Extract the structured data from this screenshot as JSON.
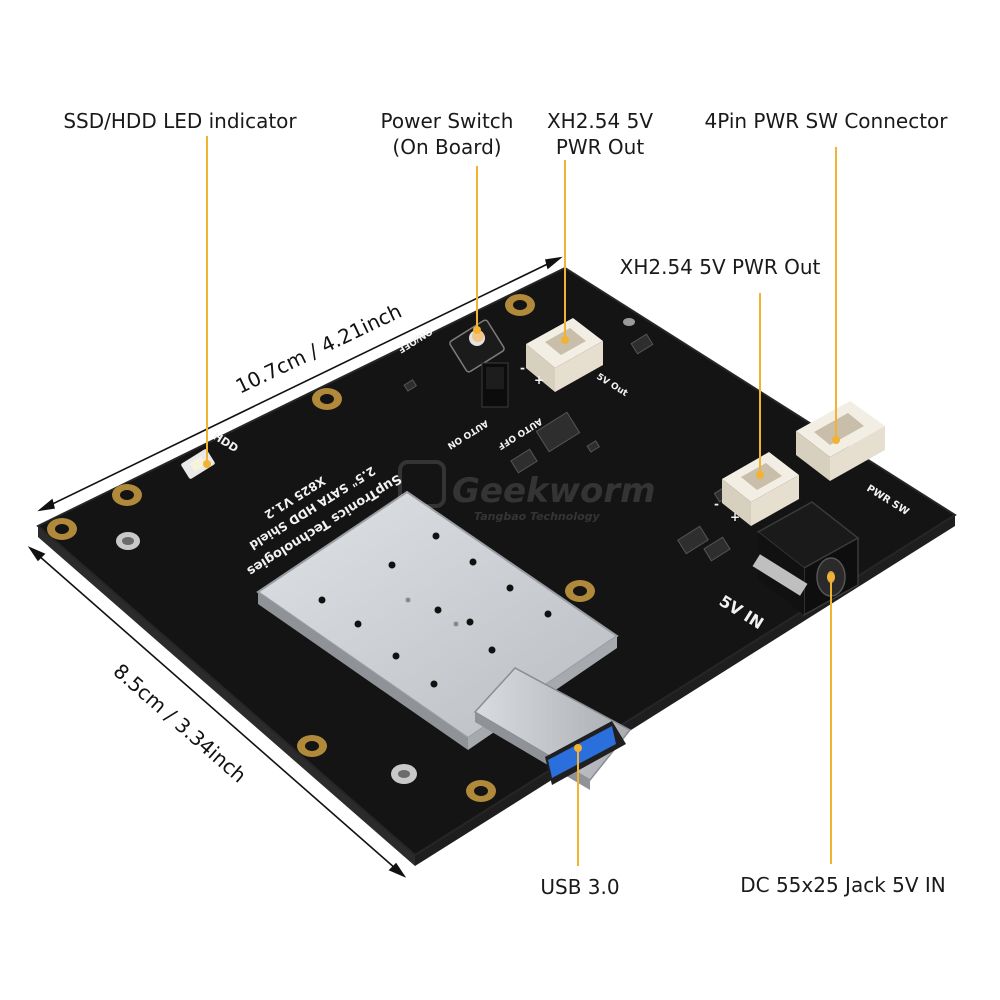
{
  "callouts": {
    "hdd_led": "SSD/HDD LED indicator",
    "power_switch_line1": "Power Switch",
    "power_switch_line2": "(On Board)",
    "xh_top_line1": "XH2.54 5V",
    "xh_top_line2": "PWR Out",
    "pwr_sw_connector": "4Pin PWR SW Connector",
    "xh_right": "XH2.54 5V PWR Out",
    "usb": "USB 3.0",
    "dc_jack": "DC 55x25 Jack 5V IN"
  },
  "dimensions": {
    "width_label": "10.7cm / 4.21inch",
    "depth_label": "8.5cm / 3.34inch"
  },
  "silkscreen": {
    "hdd": "HDD",
    "shield_line1": "SupTronics Technologies",
    "shield_line2": "2.5\" SATA HDD Shield",
    "shield_line3": "X825 V1.2",
    "auto_on": "AUTO ON",
    "auto_off": "AUTO OFF",
    "on_off": "ON/OFF",
    "five_v_out": "5V Out",
    "pwr_sw": "PWR SW",
    "five_v_in": "5V IN",
    "watermark_brand": "Geekworm",
    "watermark_sub": "Tangbao Technology"
  },
  "colors": {
    "leader_line": "#f2b233",
    "pcb": "#141414",
    "gold_pad": "#b08a3a",
    "shield": "#c9ccd0",
    "usb_blue": "#2a6fdb",
    "connector": "#e9e1d2"
  }
}
